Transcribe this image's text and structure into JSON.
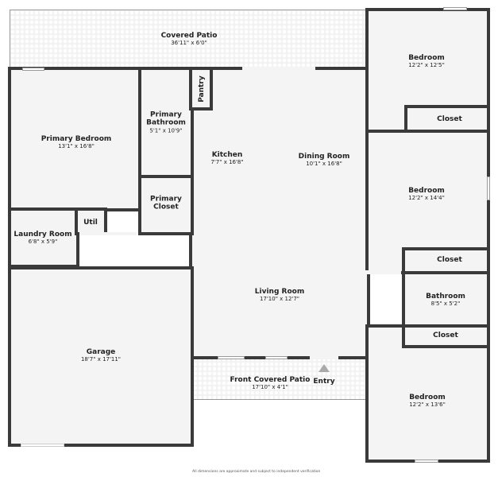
{
  "rooms": {
    "covered_patio": {
      "name": "Covered Patio",
      "dim": "36'11\" x 6'0\""
    },
    "primary_bedroom": {
      "name": "Primary Bedroom",
      "dim": "13'1\" x 16'8\""
    },
    "primary_bathroom": {
      "name": "Primary Bathroom",
      "dim": "5'1\" x 10'9\""
    },
    "pantry": {
      "name": "Pantry"
    },
    "kitchen": {
      "name": "Kitchen",
      "dim": "7'7\" x 16'8\""
    },
    "dining_room": {
      "name": "Dining Room",
      "dim": "10'1\" x 16'8\""
    },
    "primary_closet": {
      "name": "Primary Closet"
    },
    "util": {
      "name": "Util"
    },
    "laundry_room": {
      "name": "Laundry Room",
      "dim": "6'8\" x 5'9\""
    },
    "bedroom_1": {
      "name": "Bedroom",
      "dim": "12'2\" x 12'5\""
    },
    "closet_1": {
      "name": "Closet"
    },
    "bedroom_2": {
      "name": "Bedroom",
      "dim": "12'2\" x 14'4\""
    },
    "closet_2": {
      "name": "Closet"
    },
    "bathroom": {
      "name": "Bathroom",
      "dim": "8'5\" x 5'2\""
    },
    "closet_3": {
      "name": "Closet"
    },
    "living_room": {
      "name": "Living Room",
      "dim": "17'10\" x 12'7\""
    },
    "garage": {
      "name": "Garage",
      "dim": "18'7\" x 17'11\""
    },
    "front_covered_patio": {
      "name": "Front Covered Patio",
      "dim": "17'10\" x 4'1\""
    },
    "bedroom_3": {
      "name": "Bedroom",
      "dim": "12'2\" x 13'6\""
    }
  },
  "entry": "Entry",
  "footer": "All dimensions are approximate and subject to independent verification",
  "colors": {
    "wall": "#3a3a3a",
    "floor": "#f4f4f4",
    "entry_arrow": "#aaaaaa"
  }
}
